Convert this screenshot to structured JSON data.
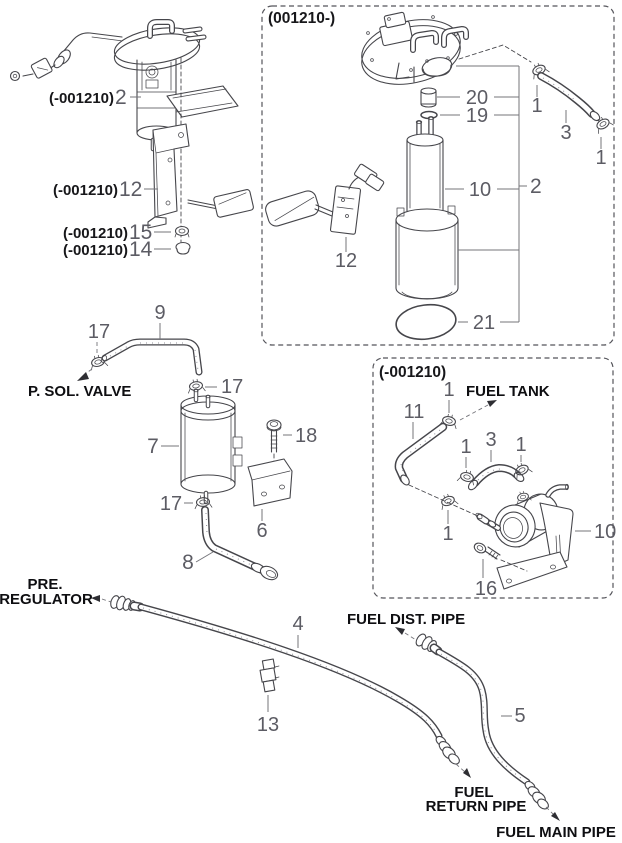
{
  "page": {
    "background": "#ffffff"
  },
  "colors": {
    "drawing_line": "#46464b",
    "leader_line": "#74747a",
    "callout_number": "#5c5c64",
    "label_text": "#17171a"
  },
  "pump_module_old": {
    "callouts": {
      "c2_prefix": "(-001210)",
      "c2_num": "2",
      "c12_prefix": "(-001210)",
      "c12_num": "12",
      "c15_prefix": "(-001210)",
      "c15_num": "15",
      "c14_prefix": "(-001210)",
      "c14_num": "14"
    }
  },
  "pump_box_new": {
    "header": "(001210-)",
    "callouts": {
      "c20": "20",
      "c19": "19",
      "c10": "10",
      "c2": "2",
      "c1_top": "1",
      "c3": "3",
      "c1_right": "1",
      "c12": "12",
      "c21": "21"
    }
  },
  "canister_group": {
    "labels": {
      "p_sol_valve": "P. SOL. VALVE"
    },
    "callouts": {
      "c17_hose": "17",
      "c9": "9",
      "c17_top": "17",
      "c7": "7",
      "c18": "18",
      "c6": "6",
      "c17_bottom": "17",
      "c8": "8"
    }
  },
  "tank_box_old": {
    "header": "(-001210)",
    "labels": {
      "fuel_tank": "FUEL TANK"
    },
    "callouts": {
      "c1_top": "1",
      "c11": "11",
      "c1_left": "1",
      "c3": "3",
      "c1_right": "1",
      "c1_mid": "1",
      "c10": "10",
      "c16": "16"
    }
  },
  "fuel_pipes": {
    "labels": {
      "pre_regulator_line1": "PRE.",
      "pre_regulator_line2": "REGULATOR",
      "fuel_dist_pipe": "FUEL DIST. PIPE",
      "fuel_return_line1": "FUEL",
      "fuel_return_line2": "RETURN PIPE",
      "fuel_main_pipe": "FUEL MAIN PIPE"
    },
    "callouts": {
      "c4": "4",
      "c13": "13",
      "c5": "5"
    }
  }
}
